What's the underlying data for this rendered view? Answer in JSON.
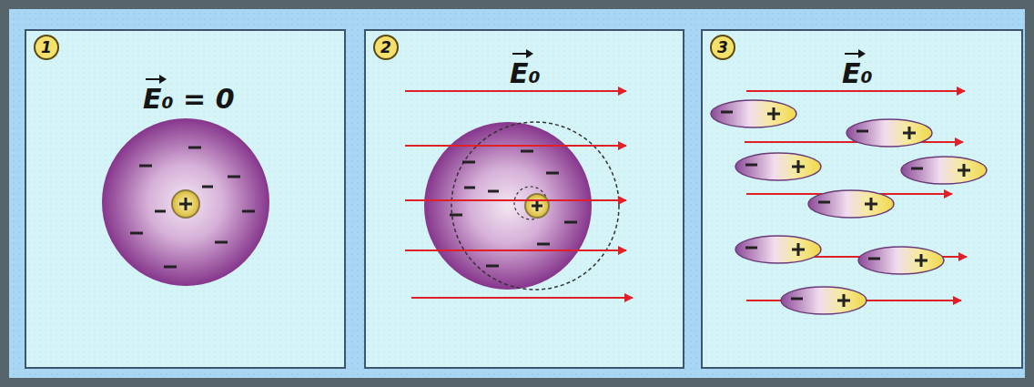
{
  "diagram": {
    "nodes": [
      {
        "text": [
          "E₀ = 0"
        ]
      },
      {
        "text": [
          "1"
        ],
        "in": 0
      },
      {
        "text": [
          "E₀"
        ]
      },
      {
        "text": [
          "2"
        ],
        "in": 2
      },
      {
        "text": [
          "E₀"
        ]
      },
      {
        "text": [
          "3"
        ],
        "in": 4
      }
    ]
  }
}
